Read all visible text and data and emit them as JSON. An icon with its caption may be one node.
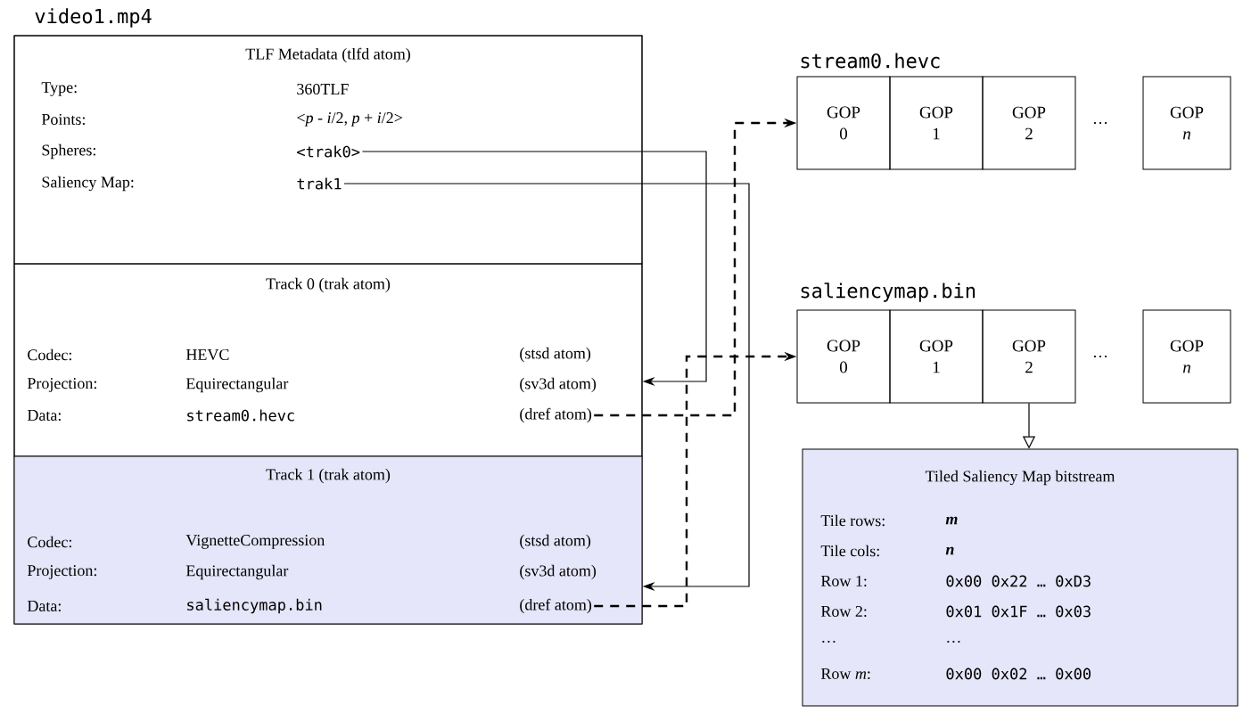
{
  "diagram": {
    "nodes": [
      {
        "text": [
          "video1.mp4"
        ]
      },
      {
        "text": [
          "TLF Metadata (tlfd atom)",
          "Type:",
          "360TLF",
          "Points:",
          "<*p* - *i*/2, *p* + *i*/2>",
          "Spheres:",
          "Saliency Map:"
        ],
        "in": 0
      },
      {
        "text": [
          "<trak0>"
        ],
        "in": 1
      },
      {
        "text": [
          "trak1"
        ],
        "in": 1
      },
      {
        "text": [
          "Track 0 (trak atom)",
          "Codec:",
          "HEVC",
          "(stsd atom)",
          "Projection:",
          "Equirectangular",
          "(sv3d atom)",
          "Data:",
          "stream0.hevc"
        ],
        "in": 0
      },
      {
        "text": [
          "(dref atom)"
        ],
        "in": 4
      },
      {
        "text": [
          "Track 1 (trak atom)",
          "Codec:",
          "VignetteCompression",
          "(stsd atom)",
          "Projection:",
          "Equirectangular",
          "(sv3d atom)",
          "Data:",
          "saliencymap.bin"
        ],
        "in": 0
      },
      {
        "text": [
          "(dref atom)"
        ],
        "in": 6
      },
      {
        "text": [
          "GOP 0"
        ]
      },
      {
        "text": [
          "GOP 1"
        ]
      },
      {
        "text": [
          "GOP 2"
        ]
      },
      {
        "text": [
          "GOP *n*"
        ]
      },
      {
        "text": [
          "GOP 0"
        ]
      },
      {
        "text": [
          "GOP 1"
        ]
      },
      {
        "text": [
          "GOP 2"
        ]
      },
      {
        "text": [
          "GOP *n*"
        ]
      },
      {
        "text": [
          "Tiled Saliency Map bitstream",
          "Tile rows:",
          "m",
          "Tile cols:",
          "n",
          "Row 1:",
          "0x00 0x22 … 0xD3",
          "Row 2:",
          "0x01 0x1F … 0x03",
          "…",
          "…",
          "Row *m*:",
          "0x00 0x02 … 0x00"
        ]
      }
    ],
    "edges": [
      {
        "from": 2,
        "to": 4,
        "arrow": "to"
      },
      {
        "from": 3,
        "to": 6,
        "arrow": "to"
      },
      {
        "from": 5,
        "to": 8,
        "arrow": "to",
        "style": "dashed"
      },
      {
        "from": 7,
        "to": 12,
        "arrow": "to",
        "style": "dashed"
      },
      {
        "from": 14,
        "to": 16,
        "arrow": "to"
      }
    ],
    "labels": [
      "stream0.hevc",
      "…",
      "saliencymap.bin",
      "…"
    ]
  }
}
